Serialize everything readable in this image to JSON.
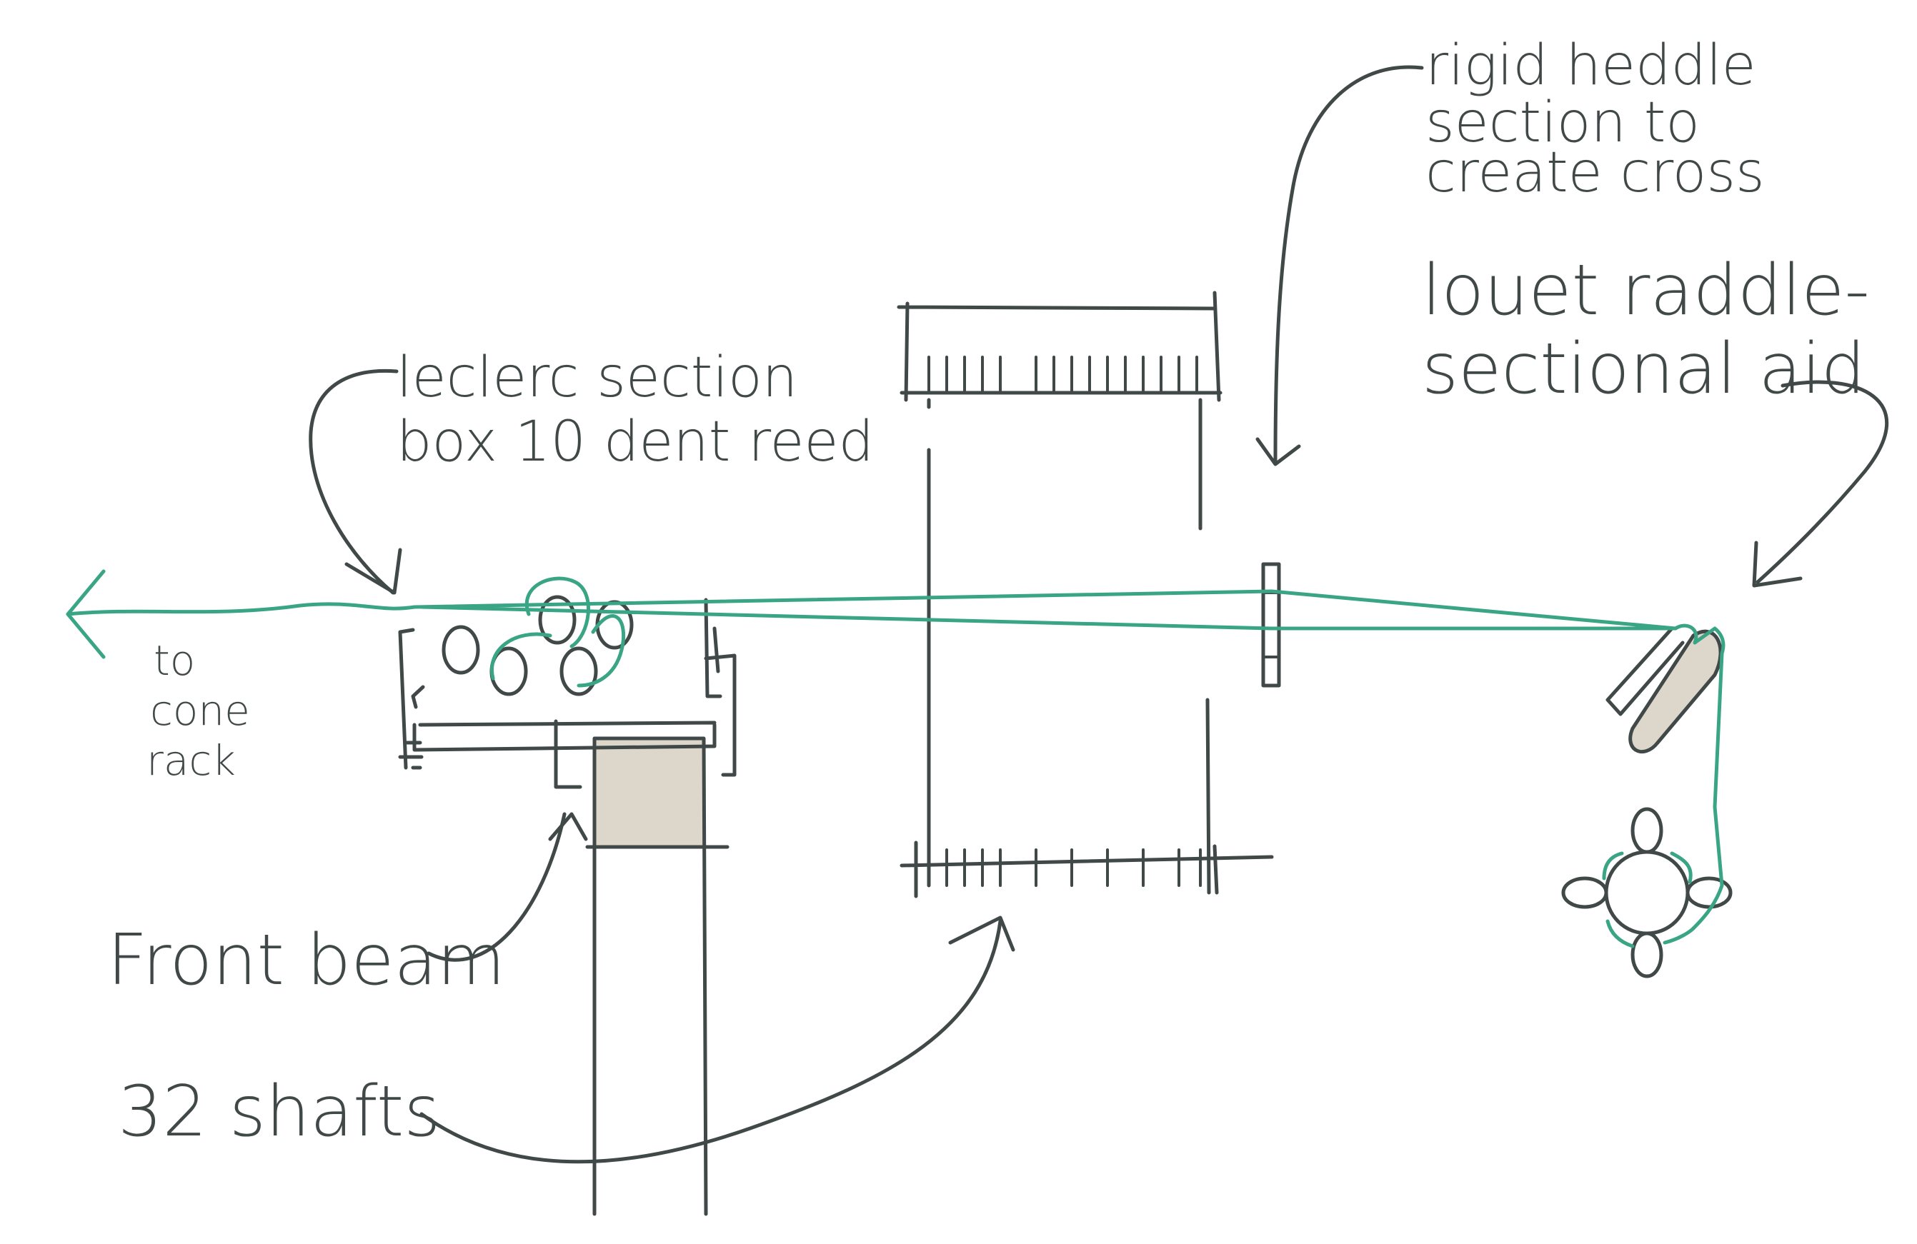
{
  "diagram": {
    "labels": {
      "to_cone_rack": [
        "to",
        "cone",
        "rack"
      ],
      "leclerc_box": [
        "leclerc section",
        "box 10 dent reed"
      ],
      "rigid_heddle": [
        "rigid heddle",
        "section to",
        "create cross"
      ],
      "louet_raddle": [
        "louet raddle-",
        "sectional aid"
      ],
      "front_beam": "Front beam",
      "shafts": "32 shafts"
    },
    "colors": {
      "ink": "#414848",
      "warp_thread": "#3aa585",
      "wood": "#ddd6cb",
      "background": "#ffffff"
    }
  }
}
